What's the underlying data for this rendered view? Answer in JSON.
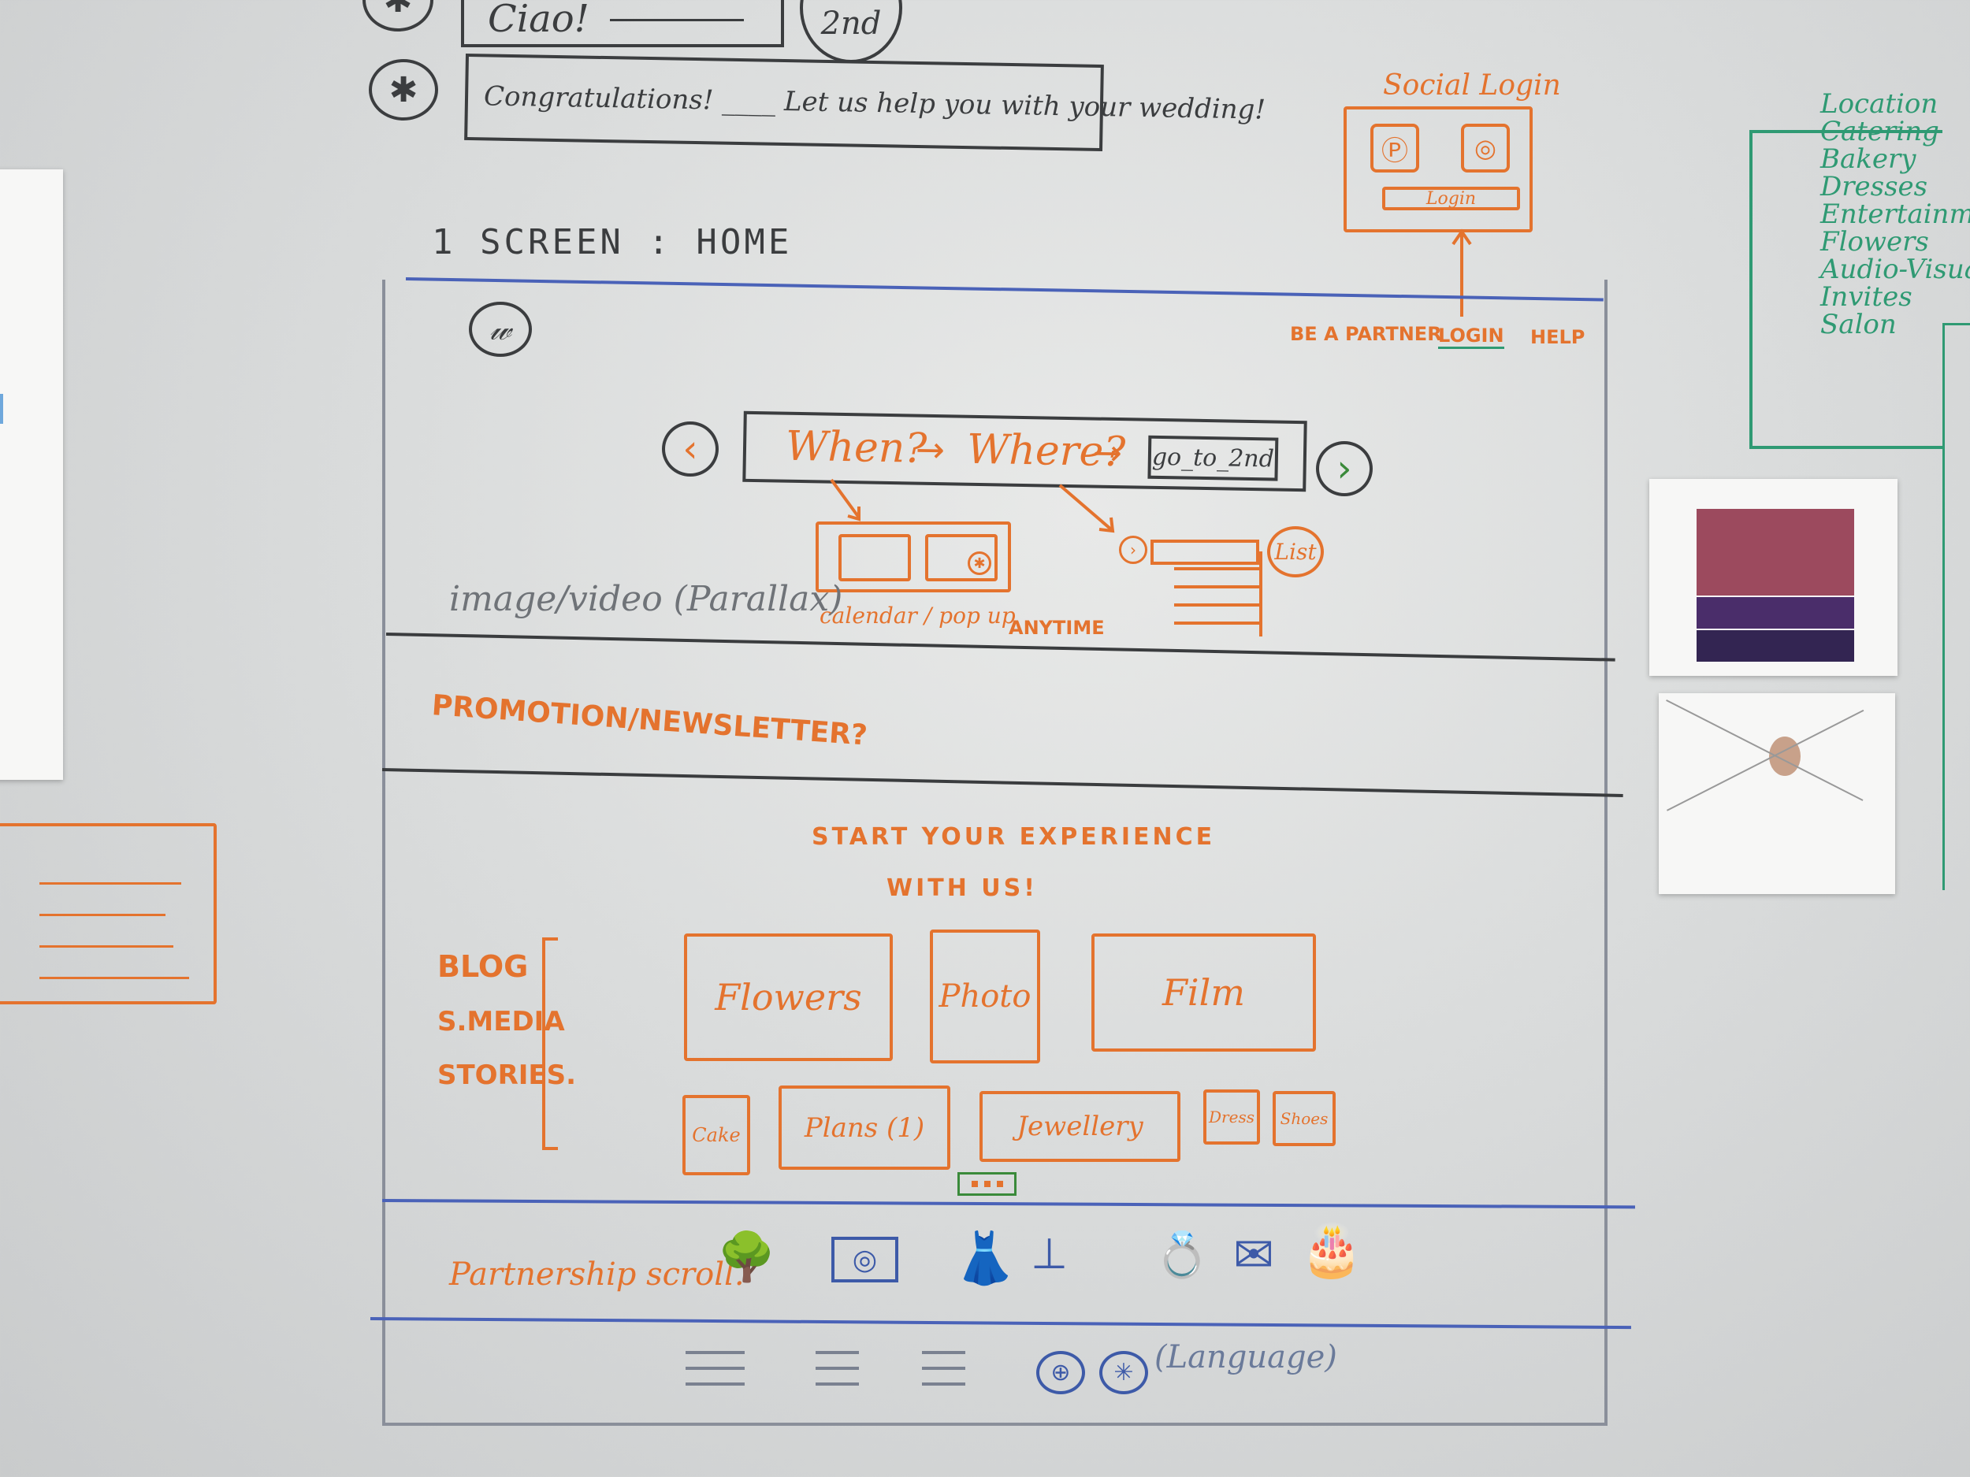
{
  "top": {
    "ciao": "Ciao!",
    "second_tag": "2nd",
    "congrats": "Congratulations! ____ Let us help you with your wedding!"
  },
  "screen": {
    "label": "1 SCREEN : HOME"
  },
  "social": {
    "title": "Social Login",
    "login": "Login"
  },
  "categories": [
    "Location",
    "Catering",
    "Bakery",
    "Dresses",
    "Entertainment",
    "Flowers",
    "Audio-Visual",
    "Invites",
    "Salon"
  ],
  "nav": {
    "be_partner": "BE A PARTNER",
    "login": "LOGIN",
    "help": "HELP"
  },
  "hero": {
    "when": "When?",
    "where": "Where?",
    "go_button": "go_to_2nd",
    "calendar_label": "calendar / pop up",
    "anytime": "ANYTIME",
    "list": "List",
    "image_label": "image/video (Parallax)"
  },
  "promo": {
    "label": "PROMOTION/NEWSLETTER?"
  },
  "experience": {
    "heading_line1": "START YOUR EXPERIENCE",
    "heading_line2": "WITH US!",
    "side_labels": [
      "BLOG",
      "S.MEDIA",
      "STORIES."
    ],
    "tiles_large": [
      "Flowers",
      "Photo",
      "Film"
    ],
    "tiles_small": [
      "Cake",
      "Plans (1)",
      "Jewellery",
      "Dress",
      "Shoes"
    ]
  },
  "partnership": {
    "label": "Partnership scroll."
  },
  "footer": {
    "language": "(Language)"
  },
  "colors": {
    "orange": "#e4732e",
    "green": "#2f9a73",
    "blue": "#4a62b8",
    "dark": "#3b3d3f"
  }
}
